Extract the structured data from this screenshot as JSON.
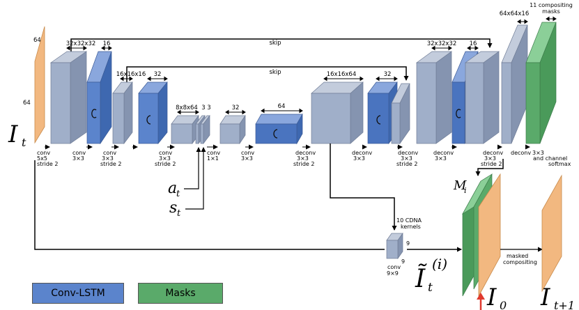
{
  "colors": {
    "conv_block": "#a0afc9",
    "conv_lstm": "#5b84cc",
    "conv_lstm_dark": "#3e68b0",
    "masks": "#5aaa6a",
    "image": "#f2b880",
    "arrow_red": "#e03a2e"
  },
  "symbols": {
    "input_image": "I",
    "input_image_sub": "t",
    "action": "a",
    "action_sub": "t",
    "state": "s",
    "state_sub": "t",
    "mask": "M",
    "mask_sub": "i",
    "transformed": "Ĩ",
    "transformed_sub": "t",
    "transformed_sup": "(i)",
    "static_image": "I",
    "static_image_sub": "0",
    "output_image": "I",
    "output_image_sub": "t+1"
  },
  "labels": {
    "input_width": "64",
    "input_height": "64",
    "skip_top": "skip",
    "skip_inner": "skip",
    "l1_dims": "32x32x32",
    "l2_dims": "16",
    "l3_dims": "16x16x16",
    "l4_dims": "32",
    "l5_dims": "8x8x64",
    "l5b_dims_a": "3",
    "l5b_dims_b": "3",
    "l6_dims": "32",
    "l7_dims": "64",
    "l8_dims": "16x16x64",
    "l9_dims": "32",
    "l10_dims": "32x32x32",
    "l11_dims": "16",
    "l12_dims": "64x64x16",
    "masks_top_a": "11 compositing",
    "masks_top_b": "masks",
    "op1_a": "conv",
    "op1_b": "5x5",
    "op1_c": "stride 2",
    "op2_a": "conv",
    "op2_b": "3×3",
    "op3_a": "conv",
    "op3_b": "3×3",
    "op3_c": "stride 2",
    "op4_a": "conv",
    "op4_b": "3×3",
    "op4_c": "stride 2",
    "op5_a": "conv",
    "op5_b": "1×1",
    "op6_a": "conv",
    "op6_b": "3×3",
    "op7_a": "deconv",
    "op7_b": "3×3",
    "op7_c": "stride 2",
    "op8_a": "deconv",
    "op8_b": "3×3",
    "op9_a": "deconv",
    "op9_b": "3×3",
    "op9_c": "stride 2",
    "op10_a": "deconv",
    "op10_b": "3×3",
    "op11_a": "deconv",
    "op11_b": "3×3",
    "op11_c": "stride 2",
    "op12_a": "deconv",
    "op13_a": "3×3",
    "op13_b": "and channel",
    "op13_c": "softmax",
    "cdna_a": "10 CDNA",
    "cdna_b": "kernels",
    "cdna_dim_r": "9",
    "cdna_dim_b": "9",
    "cdna_conv_a": "conv",
    "cdna_conv_b": "9×9",
    "masked_a": "masked",
    "masked_b": "compositing"
  },
  "legend": {
    "conv_lstm": "Conv-LSTM",
    "masks": "Masks"
  }
}
